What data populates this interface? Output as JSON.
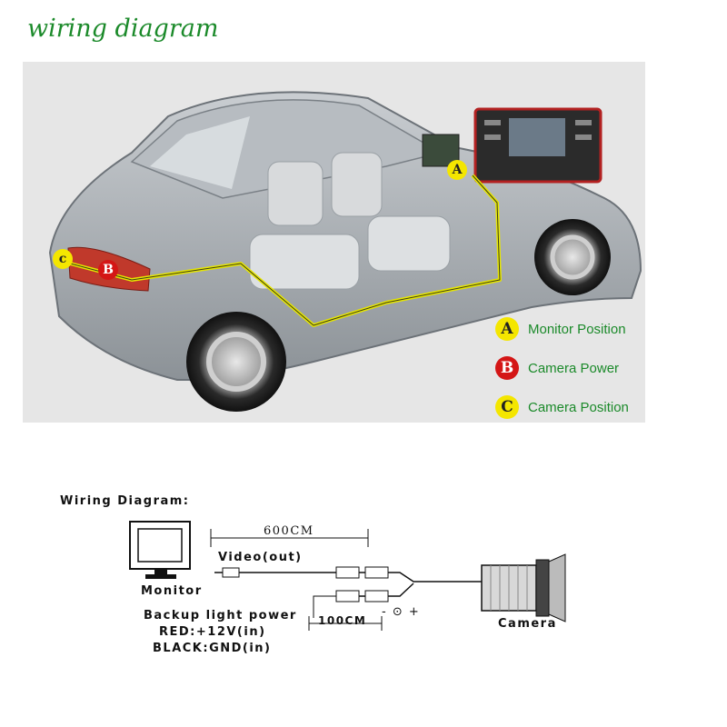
{
  "header": {
    "title": "wiring diagram"
  },
  "photo": {
    "markers": {
      "a": "A",
      "b": "B",
      "c": "c"
    },
    "legend": [
      {
        "letter": "A",
        "label": "Monitor Position",
        "color": "#f4e600"
      },
      {
        "letter": "B",
        "label": "Camera Power",
        "color": "#d41616"
      },
      {
        "letter": "C",
        "label": "Camera Position",
        "color": "#f4e600"
      }
    ]
  },
  "wiring": {
    "heading": "Wiring Diagram:",
    "monitor_label": "Monitor",
    "length_long": "600CM",
    "video_label": "Video(out)",
    "backup_label": "Backup light power",
    "red_label": "RED:+12V(in)",
    "black_label": "BLACK:GND(in)",
    "length_short": "100CM",
    "polarity": "- ⊙ +",
    "camera_label": "Camera"
  }
}
